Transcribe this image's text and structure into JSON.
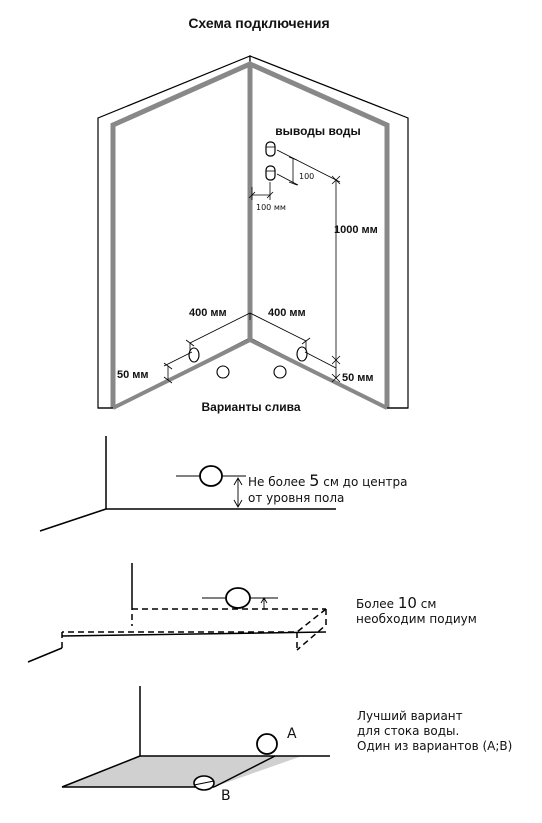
{
  "scheme": {
    "title": "Схема подключения",
    "water_outlets": "выводы воды",
    "dim_100_vertical": "100",
    "dim_100_horizontal": "100 мм",
    "dim_1000": "1000 мм",
    "dim_400_left": "400 мм",
    "dim_400_right": "400 мм",
    "dim_50_left": "50 мм",
    "dim_50_right": "50 мм",
    "drain_variants": "Варианты слива"
  },
  "variant1": {
    "line1_prefix": "Не более ",
    "line1_number": "5",
    "line1_suffix": " см до центра",
    "line2": "от уровня пола"
  },
  "variant2": {
    "line1_prefix": "Более ",
    "line1_number": "10",
    "line1_suffix": " см",
    "line2": "необходим подиум"
  },
  "variant3": {
    "line1": "Лучший вариант",
    "line2": "для стока воды.",
    "line3": "Один из вариантов (A;B)",
    "label_a": "A",
    "label_b": "B"
  }
}
